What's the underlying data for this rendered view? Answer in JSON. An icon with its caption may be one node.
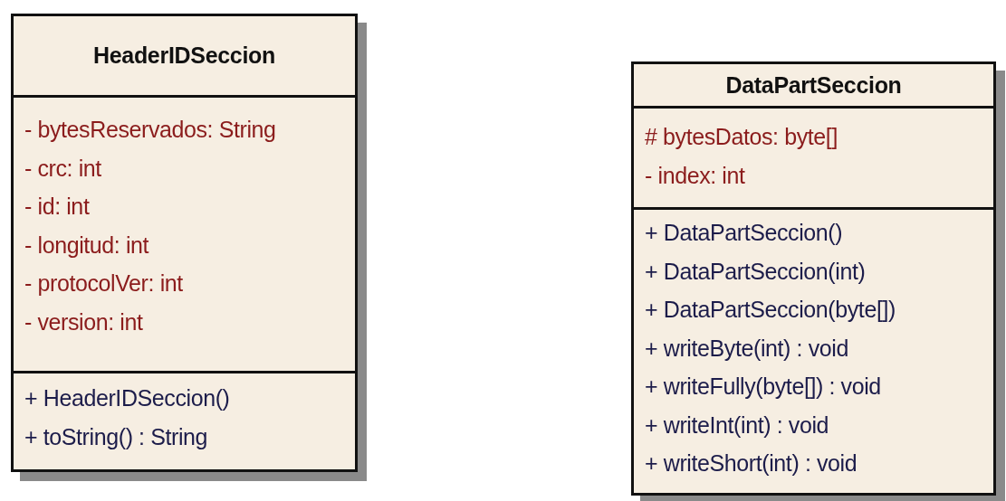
{
  "diagram": {
    "nodes": [
      {
        "text": [
          "HeaderIDSeccion"
        ]
      },
      {
        "text": [
          "- bytesReservados: String",
          "- crc: int",
          "- id: int",
          "- longitud: int",
          "- protocolVer: int",
          "- version: int"
        ],
        "in": 0
      },
      {
        "text": [
          "+ HeaderIDSeccion()",
          "+ toString() : String"
        ],
        "in": 0
      },
      {
        "text": [
          "DataPartSeccion"
        ]
      },
      {
        "text": [
          "# bytesDatos: byte[]",
          "- index: int"
        ],
        "in": 3
      },
      {
        "text": [
          "+ DataPartSeccion()",
          "+ DataPartSeccion(int)",
          "+ DataPartSeccion(byte[])",
          "+ writeByte(int) : void",
          "+ writeFully(byte[]) : void",
          "+ writeInt(int) : void",
          "+ writeShort(int) : void"
        ],
        "in": 3
      }
    ]
  }
}
